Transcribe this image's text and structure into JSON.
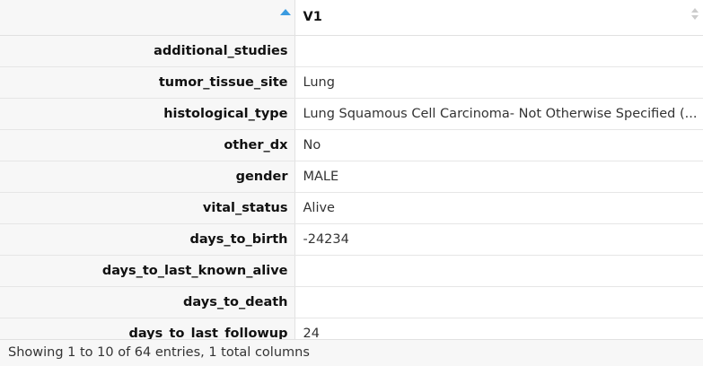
{
  "table": {
    "column_header": "V1",
    "rows": [
      {
        "name": "additional_studies",
        "value": ""
      },
      {
        "name": "tumor_tissue_site",
        "value": "Lung"
      },
      {
        "name": "histological_type",
        "value": "Lung Squamous Cell Carcinoma- Not Otherwise Specified (..."
      },
      {
        "name": "other_dx",
        "value": "No"
      },
      {
        "name": "gender",
        "value": "MALE"
      },
      {
        "name": "vital_status",
        "value": "Alive"
      },
      {
        "name": "days_to_birth",
        "value": "-24234"
      },
      {
        "name": "days_to_last_known_alive",
        "value": ""
      },
      {
        "name": "days_to_death",
        "value": ""
      },
      {
        "name": "days_to_last_followup",
        "value": "24"
      }
    ]
  },
  "footer": {
    "status": "Showing 1 to 10 of 64 entries, 1 total columns"
  },
  "colors": {
    "sort_active": "#3b9be0",
    "header_bg": "#f7f7f7"
  },
  "icons": {
    "corner_sort": "sort-ascending-icon",
    "v1_sort": "sort-both-icon"
  }
}
